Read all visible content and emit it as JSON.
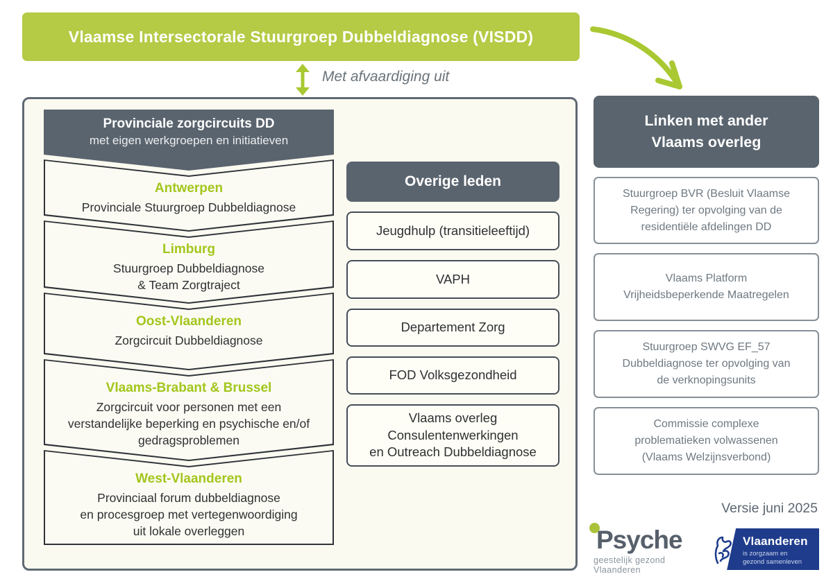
{
  "colors": {
    "banner_green": "#b5ca45",
    "accent_green": "#a2c61c",
    "slate": "#5a646e",
    "panel_cream": "#fbfaf1",
    "link_text_gray": "#6e7881",
    "navy": "#1f3c8c"
  },
  "banner": {
    "title": "Vlaamse Intersectorale Stuurgroep Dubbeldiagnose (VISDD)"
  },
  "connector": {
    "label": "Met afvaardiging uit"
  },
  "provincial": {
    "header_title": "Provinciale zorgcircuits DD",
    "header_subtitle": "met eigen werkgroepen en initiatieven",
    "provinces": [
      {
        "name": "Antwerpen",
        "lines": [
          "Provinciale Stuurgroep Dubbeldiagnose"
        ]
      },
      {
        "name": "Limburg",
        "lines": [
          "Stuurgroep Dubbeldiagnose",
          "& Team Zorgtraject"
        ]
      },
      {
        "name": "Oost-Vlaanderen",
        "lines": [
          "Zorgcircuit Dubbeldiagnose"
        ]
      },
      {
        "name": "Vlaams-Brabant & Brussel",
        "lines": [
          "Zorgcircuit voor personen met een",
          "verstandelijke beperking en psychische en/of",
          "gedragsproblemen"
        ]
      },
      {
        "name": "West-Vlaanderen",
        "lines": [
          "Provinciaal forum dubbeldiagnose",
          "en procesgroep met vertegenwoordiging",
          "uit lokale overleggen"
        ]
      }
    ]
  },
  "members": {
    "header": "Overige leden",
    "items": [
      "Jeugdhulp (transitieleeftijd)",
      "VAPH",
      "Departement Zorg",
      "FOD Volksgezondheid"
    ],
    "last_item_lines": [
      "Vlaams overleg",
      "Consulentenwerkingen",
      "en Outreach Dubbeldiagnose"
    ]
  },
  "links": {
    "header_lines": [
      "Linken met ander",
      "Vlaams overleg"
    ],
    "items": [
      {
        "lines": [
          "Stuurgroep BVR (Besluit Vlaamse",
          "Regering) ter opvolging van de",
          "residentiële afdelingen DD"
        ]
      },
      {
        "lines": [
          "Vlaams Platform",
          "Vrijheidsbeperkende Maatregelen"
        ]
      },
      {
        "lines": [
          "Stuurgroep SWVG EF_57",
          "Dubbeldiagnose ter opvolging van",
          "de verknopingsunits"
        ]
      },
      {
        "lines": [
          "Commissie complexe",
          "problematieken volwassenen",
          "(Vlaams Welzijnsverbond)"
        ]
      }
    ]
  },
  "footer": {
    "version": "Versie juni 2025",
    "psyche": {
      "name": "Psyche",
      "tagline": "geestelijk gezond Vlaanderen"
    },
    "vlaanderen": {
      "name": "Vlaanderen",
      "tagline_lines": [
        "is zorgzaam en",
        "gezond samenleven"
      ]
    }
  }
}
